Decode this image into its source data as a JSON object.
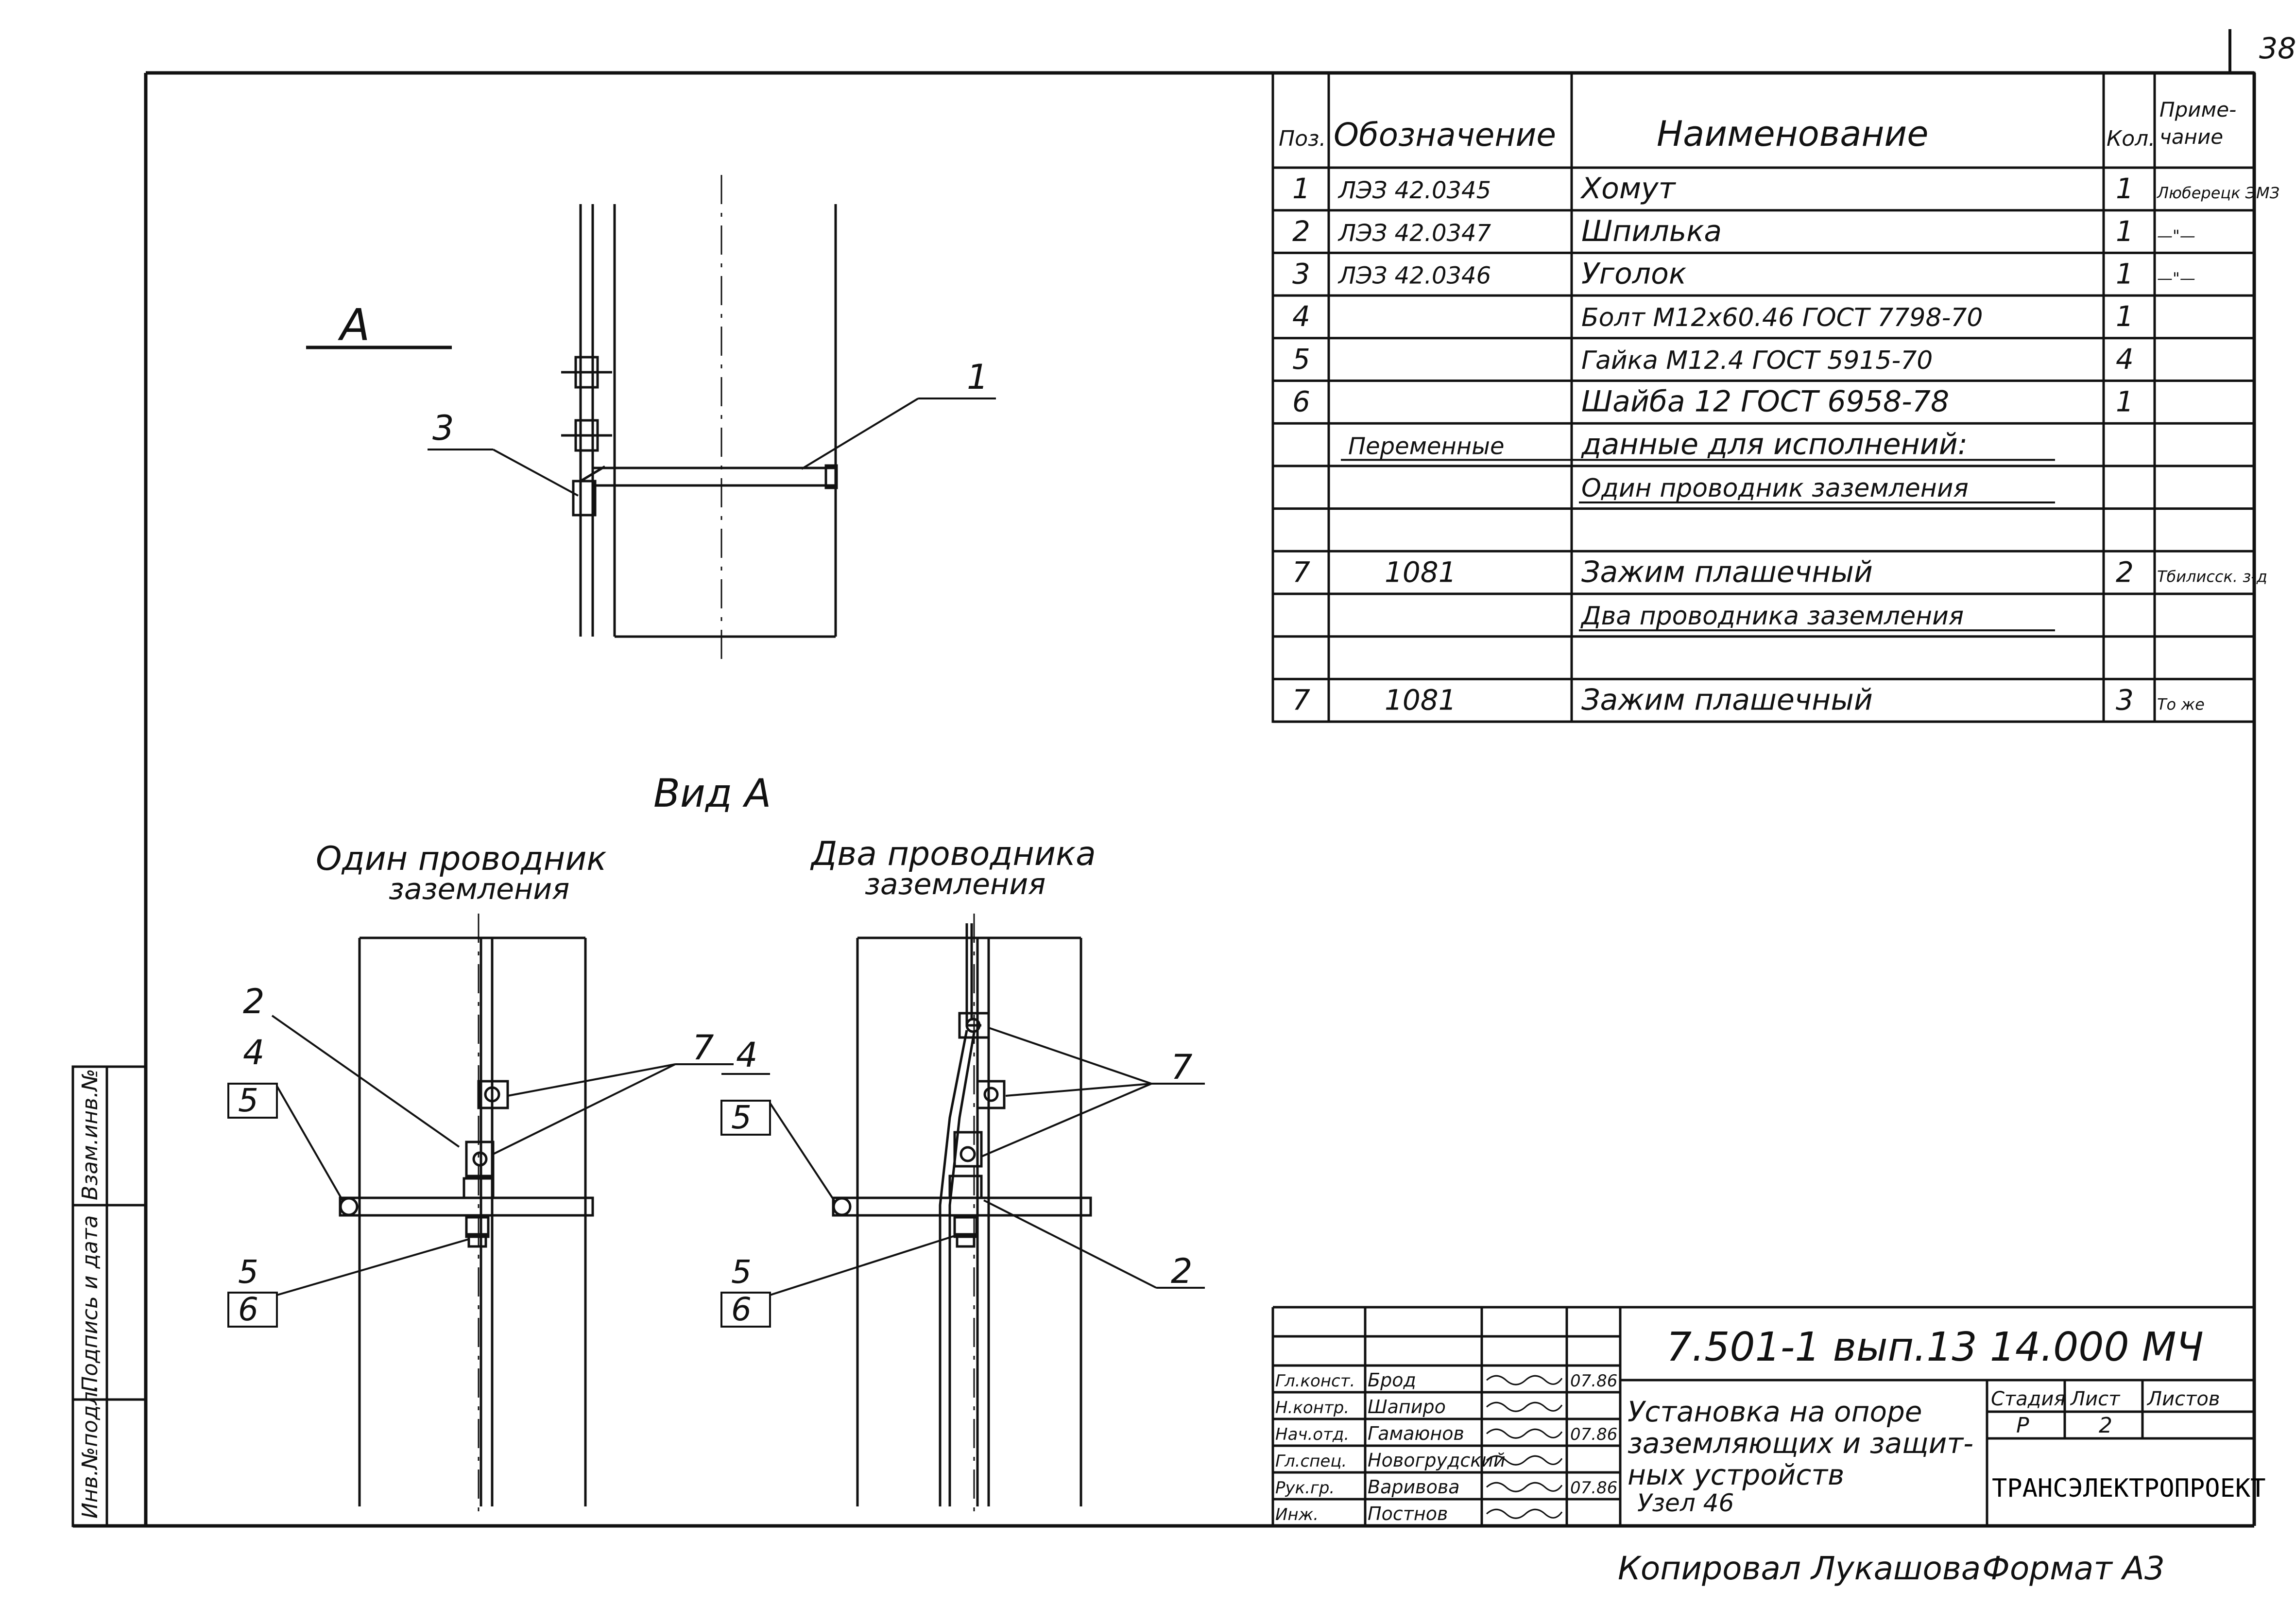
{
  "sheet_number": "38",
  "spec_table": {
    "headers": {
      "pos": "Поз.",
      "designation": "Обозначение",
      "name": "Наименование",
      "qty": "Кол.",
      "note": "Приме-\nчание"
    },
    "rows": [
      {
        "pos": "1",
        "designation": "ЛЭЗ 42.0345",
        "name": "Хомут",
        "qty": "1",
        "note": "Люберецк ЭМЗ"
      },
      {
        "pos": "2",
        "designation": "ЛЭЗ 42.0347",
        "name": "Шпилька",
        "qty": "1",
        "note": "—\"—"
      },
      {
        "pos": "3",
        "designation": "ЛЭЗ 42.0346",
        "name": "Уголок",
        "qty": "1",
        "note": "—\"—"
      },
      {
        "pos": "4",
        "designation": "",
        "name": "Болт М12х60.46 ГОСТ 7798-70",
        "qty": "1",
        "note": ""
      },
      {
        "pos": "5",
        "designation": "",
        "name": "Гайка М12.4  ГОСТ 5915-70",
        "qty": "4",
        "note": ""
      },
      {
        "pos": "6",
        "designation": "",
        "name": "Шайба 12 ГОСТ 6958-78",
        "qty": "1",
        "note": ""
      },
      {
        "pos": "",
        "designation": "Переменные",
        "name": "данные для исполнений:",
        "qty": "",
        "note": ""
      },
      {
        "pos": "",
        "designation": "",
        "name": "Один проводник заземления",
        "qty": "",
        "note": ""
      },
      {
        "pos": "",
        "designation": "",
        "name": "",
        "qty": "",
        "note": ""
      },
      {
        "pos": "7",
        "designation": "1081",
        "name": "Зажим плашечный",
        "qty": "2",
        "note": "Тбилисск. з-д"
      },
      {
        "pos": "",
        "designation": "",
        "name": "Два проводника заземления",
        "qty": "",
        "note": ""
      },
      {
        "pos": "",
        "designation": "",
        "name": "",
        "qty": "",
        "note": ""
      },
      {
        "pos": "7",
        "designation": "1081",
        "name": "Зажим плашечный",
        "qty": "3",
        "note": "То же"
      }
    ]
  },
  "drawing": {
    "section_label": "А",
    "view_title": "Вид А",
    "view_one_title_l1": "Один проводник",
    "view_one_title_l2": "заземления",
    "view_two_title_l1": "Два проводника",
    "view_two_title_l2": "заземления",
    "callouts": {
      "top_1": "1",
      "top_3": "3",
      "left_2": "2",
      "left_4": "4",
      "left_5a": "5",
      "left_5b": "5",
      "left_6": "6",
      "left_7": "7",
      "right_4": "4",
      "right_5a": "5",
      "right_5b": "5",
      "right_6": "6",
      "right_7": "7",
      "right_2": "2"
    }
  },
  "title_block": {
    "doc_code": "7.501-1 вып.13  14.000 МЧ",
    "title_l1": "Установка на опоре",
    "title_l2": "заземляющих и защит-",
    "title_l3": "ных устройств",
    "title_l4": "Узел 46",
    "stage_label": "Стадия",
    "sheet_label": "Лист",
    "sheets_label": "Листов",
    "stage": "Р",
    "sheet": "2",
    "org": "ТРАНСЭЛЕКТРОПРОЕКТ",
    "people": [
      {
        "role": "Гл.конст.",
        "name": "Брод",
        "date": "07.86"
      },
      {
        "role": "Н.контр.",
        "name": "Шапиро",
        "date": ""
      },
      {
        "role": "Нач.отд.",
        "name": "Гамаюнов",
        "date": "07.86"
      },
      {
        "role": "Гл.спец.",
        "name": "Новогрудский",
        "date": ""
      },
      {
        "role": "Рук.гр.",
        "name": "Варивова",
        "date": "07.86"
      },
      {
        "role": "Инж.",
        "name": "Постнов",
        "date": ""
      }
    ]
  },
  "side_stamp": {
    "inv_no": "Инв.№подл.",
    "sign_date": "Подпись и дата",
    "inv_repl": "Взам.инв.№"
  },
  "footer": {
    "copied": "Копировал Лукашова",
    "format": "Формат А3"
  }
}
